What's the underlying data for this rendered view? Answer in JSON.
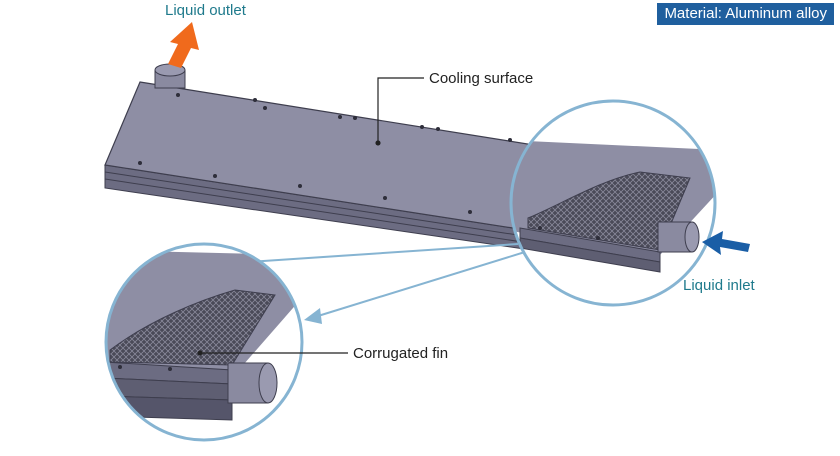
{
  "labels": {
    "liquid_outlet": "Liquid outlet",
    "liquid_inlet": "Liquid inlet",
    "cooling_surface": "Cooling surface",
    "corrugated_fin": "Corrugated fin",
    "material": "Material: Aluminum alloy"
  },
  "colors": {
    "plate_top": "#8e8ea4",
    "plate_side": "#6c6c82",
    "plate_edge": "#3e3e4e",
    "fin": "#4a4a58",
    "lens_ring": "#86b4d2",
    "outlet_arrow": "#f06a1c",
    "inlet_arrow": "#1a5ea6",
    "teal_text": "#1f7a8c",
    "badge_bg": "#1f5f9e"
  }
}
